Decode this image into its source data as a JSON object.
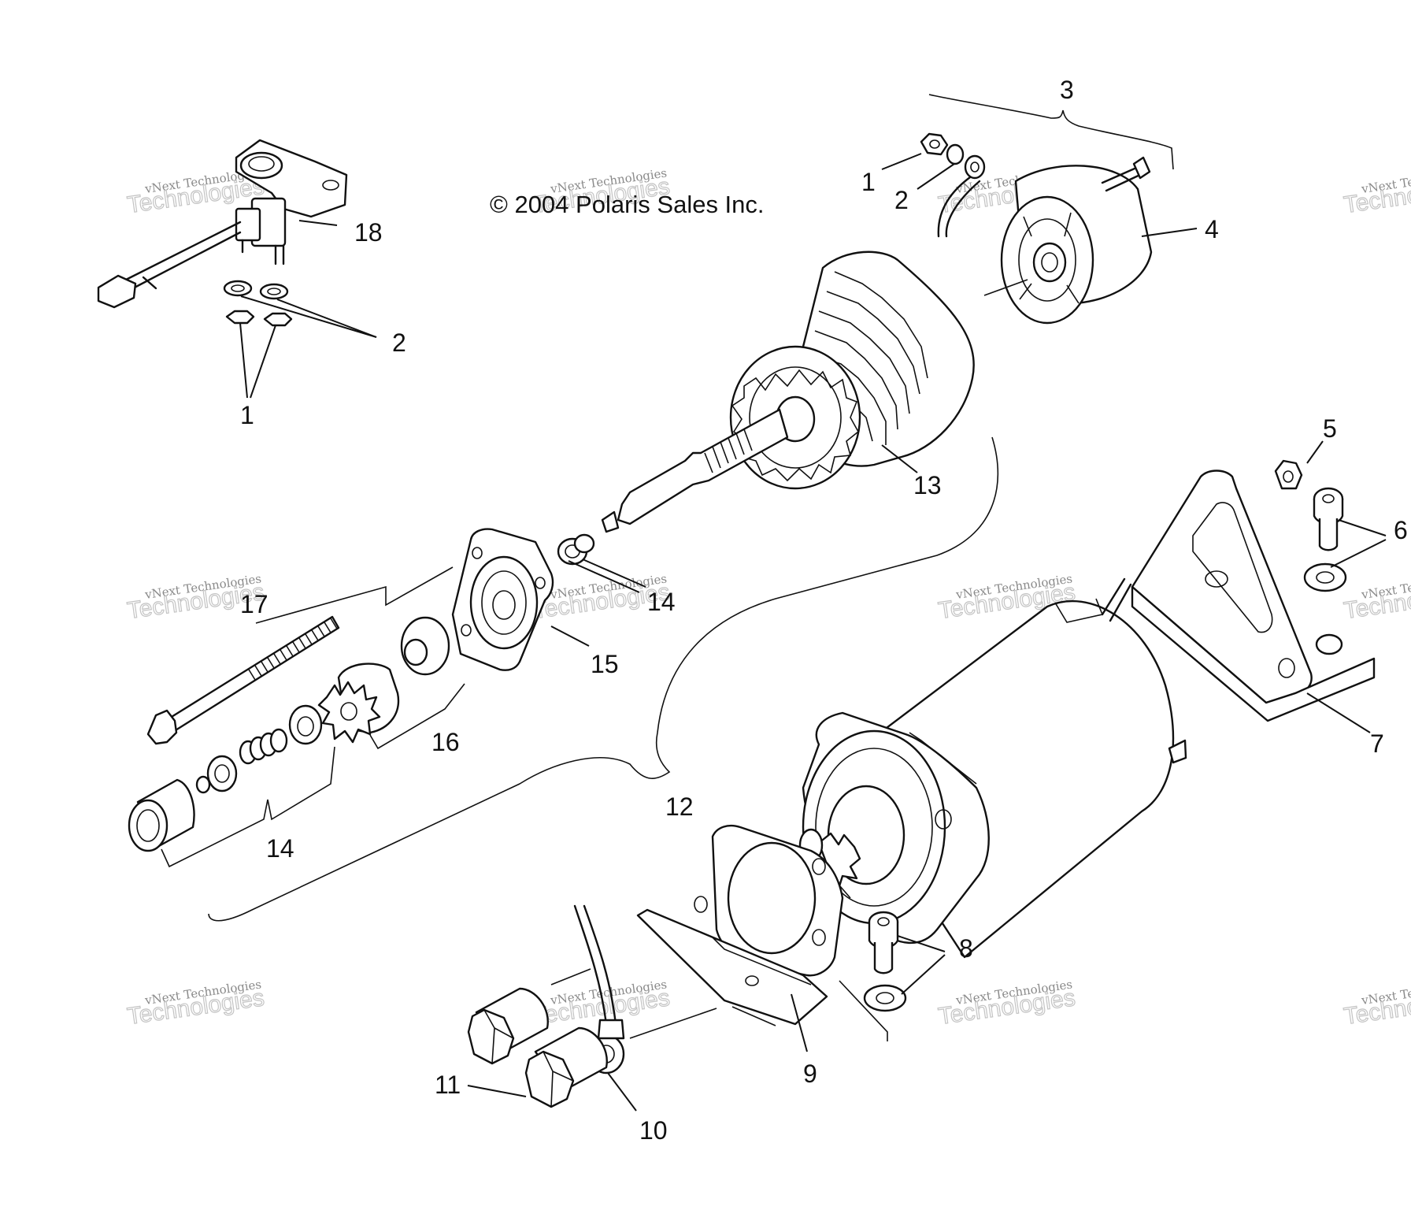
{
  "diagram": {
    "copyright": "© 2004 Polaris Sales Inc.",
    "watermark_line1": "vNext Technologies",
    "watermark_line2": "vNext\nTechnologies",
    "callouts": {
      "c1a": "1",
      "c2a": "2",
      "c18": "18",
      "c1b": "1",
      "c2b": "2",
      "c3": "3",
      "c4": "4",
      "c13": "13",
      "c14a": "14",
      "c15": "15",
      "c16": "16",
      "c17": "17",
      "c14b": "14",
      "c12": "12",
      "c5": "5",
      "c6": "6",
      "c7": "7",
      "c8": "8",
      "c9": "9",
      "c10": "10",
      "c11": "11"
    }
  }
}
